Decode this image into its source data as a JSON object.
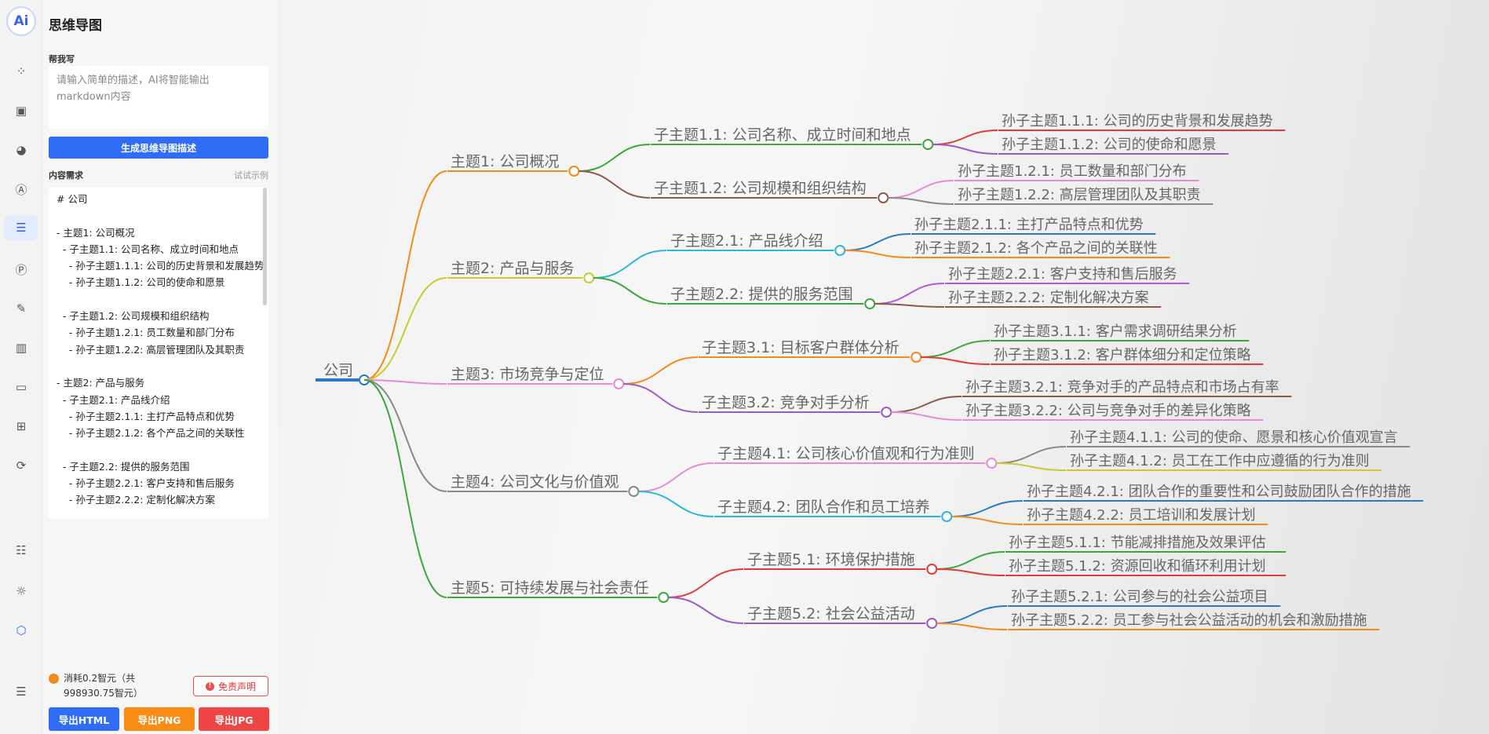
{
  "app": {
    "logo": "Ai",
    "title": "思维导图"
  },
  "rail": {
    "icons": [
      "mindmap-nodes-icon",
      "document-icon",
      "palette-icon",
      "ai-text-icon",
      "article-icon",
      "ppt-icon",
      "edit-doc-icon",
      "library-icon",
      "card-code-icon",
      "grid-icon",
      "refresh-icon",
      "toggle-settings-icon",
      "sun-icon",
      "hex-icon",
      "collapse-menu-icon"
    ],
    "active": "article-icon"
  },
  "panel": {
    "help_label": "帮我写",
    "prompt_placeholder": "请输入简单的描述，AI将智能输出markdown内容",
    "generate_button": "生成思维导图描述",
    "content_label": "内容需求",
    "example_link": "试试示例",
    "markdown_lines": [
      "# 公司",
      "",
      "- 主题1: 公司概况",
      "  - 子主题1.1: 公司名称、成立时间和地点",
      "    - 孙子主题1.1.1: 公司的历史背景和发展趋势",
      "    - 孙子主题1.1.2: 公司的使命和愿景",
      "",
      "  - 子主题1.2: 公司规模和组织结构",
      "    - 孙子主题1.2.1: 员工数量和部门分布",
      "    - 孙子主题1.2.2: 高层管理团队及其职责",
      "",
      "- 主题2: 产品与服务",
      "  - 子主题2.1: 产品线介绍",
      "    - 孙子主题2.1.1: 主打产品特点和优势",
      "    - 孙子主题2.1.2: 各个产品之间的关联性",
      "",
      "  - 子主题2.2: 提供的服务范围",
      "    - 孙子主题2.2.1: 客户支持和售后服务",
      "    - 孙子主题2.2.2: 定制化解决方案"
    ],
    "cost_text": "消耗0.2智元（共998930.75智元）",
    "disclaimer": "免责声明",
    "export_html": "导出HTML",
    "export_png": "导出PNG",
    "export_jpg": "导出JPG"
  },
  "colors": {
    "accent": "#2f6df6",
    "orange": "#fa8c16",
    "red": "#f04545"
  },
  "mindmap": {
    "root": "公司",
    "topics": [
      {
        "label": "主题1: 公司概况",
        "color": "#f28a1c",
        "children": [
          {
            "label": "子主题1.1: 公司名称、成立时间和地点",
            "color": "#3aa83a",
            "children": [
              {
                "label": "孙子主题1.1.1: 公司的历史背景和发展趋势",
                "color": "#e03a3a"
              },
              {
                "label": "孙子主题1.1.2: 公司的使命和愿景",
                "color": "#9b59c8"
              }
            ]
          },
          {
            "label": "子主题1.2: 公司规模和组织结构",
            "color": "#8b5a4a",
            "children": [
              {
                "label": "孙子主题1.2.1: 员工数量和部门分布",
                "color": "#e88ad6"
              },
              {
                "label": "孙子主题1.2.2: 高层管理团队及其职责",
                "color": "#888888"
              }
            ]
          }
        ]
      },
      {
        "label": "主题2: 产品与服务",
        "color": "#c8cc2a",
        "children": [
          {
            "label": "子主题2.1: 产品线介绍",
            "color": "#2ab7d8",
            "children": [
              {
                "label": "孙子主题2.1.1: 主打产品特点和优势",
                "color": "#2a78c8"
              },
              {
                "label": "孙子主题2.1.2: 各个产品之间的关联性",
                "color": "#f28a1c"
              }
            ]
          },
          {
            "label": "子主题2.2: 提供的服务范围",
            "color": "#3aa83a",
            "children": [
              {
                "label": "孙子主题2.2.1: 客户支持和售后服务",
                "color": "#b05ad6"
              },
              {
                "label": "孙子主题2.2.2: 定制化解决方案",
                "color": "#8b5a4a"
              }
            ]
          }
        ]
      },
      {
        "label": "主题3: 市场竞争与定位",
        "color": "#e88ad6",
        "children": [
          {
            "label": "子主题3.1: 目标客户群体分析",
            "color": "#f28a1c",
            "children": [
              {
                "label": "孙子主题3.1.1: 客户需求调研结果分析",
                "color": "#3aa83a"
              },
              {
                "label": "孙子主题3.1.2: 客户群体细分和定位策略",
                "color": "#e03a3a"
              }
            ]
          },
          {
            "label": "子主题3.2: 竞争对手分析",
            "color": "#9b59c8",
            "children": [
              {
                "label": "孙子主题3.2.1: 竞争对手的产品特点和市场占有率",
                "color": "#8b5a4a"
              },
              {
                "label": "孙子主题3.2.2: 公司与竞争对手的差异化策略",
                "color": "#e88ad6"
              }
            ]
          }
        ]
      },
      {
        "label": "主题4: 公司文化与价值观",
        "color": "#888888",
        "children": [
          {
            "label": "子主题4.1: 公司核心价值观和行为准则",
            "color": "#e88ad6",
            "children": [
              {
                "label": "孙子主题4.1.1: 公司的使命、愿景和核心价值观宣言",
                "color": "#888888"
              },
              {
                "label": "孙子主题4.1.2: 员工在工作中应遵循的行为准则",
                "color": "#c8cc2a"
              }
            ]
          },
          {
            "label": "子主题4.2: 团队合作和员工培养",
            "color": "#2ab7d8",
            "children": [
              {
                "label": "孙子主题4.2.1: 团队合作的重要性和公司鼓励团队合作的措施",
                "color": "#2a78c8"
              },
              {
                "label": "孙子主题4.2.2: 员工培训和发展计划",
                "color": "#f28a1c"
              }
            ]
          }
        ]
      },
      {
        "label": "主题5: 可持续发展与社会责任",
        "color": "#3aa83a",
        "children": [
          {
            "label": "子主题5.1: 环境保护措施",
            "color": "#e03a3a",
            "children": [
              {
                "label": "孙子主题5.1.1:  节能减排措施及效果评估",
                "color": "#3aa83a"
              },
              {
                "label": "孙子主题5.1.2:  资源回收和循环利用计划",
                "color": "#e03a3a"
              }
            ]
          },
          {
            "label": "子主题5.2: 社会公益活动",
            "color": "#9b59c8",
            "children": [
              {
                "label": "孙子主题5.2.1: 公司参与的社会公益项目",
                "color": "#2a78c8"
              },
              {
                "label": "孙子主题5.2.2: 员工参与社会公益活动的机会和激励措施",
                "color": "#f28a1c"
              }
            ]
          }
        ]
      }
    ]
  }
}
